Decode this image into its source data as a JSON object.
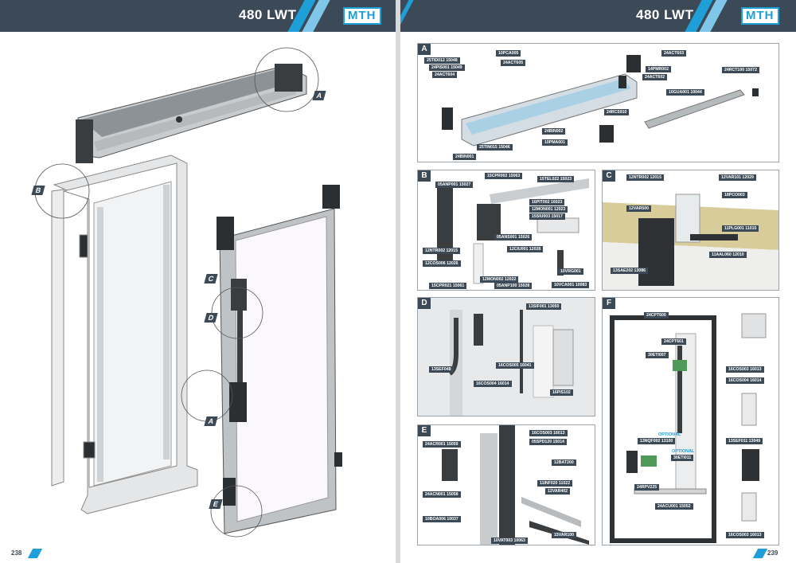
{
  "left_page": {
    "title": "480 LWT",
    "logo": "MTH",
    "page_number": "238",
    "callouts": {
      "a_top": "A",
      "b": "B",
      "c": "C",
      "d": "D",
      "a_mid": "A",
      "e": "E"
    }
  },
  "right_page": {
    "title": "480 LWT",
    "logo": "MTH",
    "page_number": "239",
    "panels": {
      "a": {
        "letter": "A",
        "codes": [
          "25TID012 15048",
          "24PIS001 15049",
          "24ACT604",
          "10PCA005",
          "24ACT605",
          "24ACT603",
          "14PMR002",
          "24ACT602",
          "24RCT100 15072",
          "10GUA001 10044",
          "24RCS910",
          "24BIN002",
          "10PMA001",
          "25TIN015 15046",
          "24BIN001"
        ]
      },
      "b": {
        "letter": "B",
        "codes": [
          "15CPR002 15063",
          "15TEL022 15023",
          "05ANP001 15027",
          "16PIT002 16023",
          "12MON001 12023",
          "15SIU003 15017",
          "05ANS001 15026",
          "12NTR002 12015",
          "12CIU001 12028",
          "12COS006 12026",
          "12MON002 12022",
          "10VRG001",
          "15CPR021 15061",
          "05ANP100 15028",
          "10VCA001 10083"
        ]
      },
      "c": {
        "letter": "C",
        "codes": [
          "12NTR002 12015",
          "12VAR101 12029",
          "18PCO003",
          "12VAR500",
          "11PLG001 11015",
          "11AAL060 12010",
          "13SAE202 13086"
        ]
      },
      "d": {
        "letter": "D",
        "codes": [
          "13SIF001 13050",
          "13SEF048",
          "16COS005 16041",
          "16COS004 16014",
          "16PIS102"
        ]
      },
      "e": {
        "letter": "E",
        "codes": [
          "16COS003 16013",
          "24ACR001 15059",
          "05SPD120 15014",
          "12BAT200",
          "11INF020 11022",
          "12VAR402",
          "24ACN001 15058",
          "10BOA006 10037",
          "15VAR100",
          "10VAT003 10063"
        ]
      },
      "f": {
        "letter": "F",
        "codes": [
          "24CPT600",
          "24CPT601",
          "30ETI007",
          "16COS003 16013",
          "16COS004 16014",
          "13NQF002 13100",
          "30ETI011",
          "13SEF011 13049",
          "24RPV225",
          "24ACU001 15052",
          "16COS003 16013"
        ],
        "optional_labels": [
          "OPTIONAL",
          "OPTIONAL"
        ]
      }
    }
  }
}
